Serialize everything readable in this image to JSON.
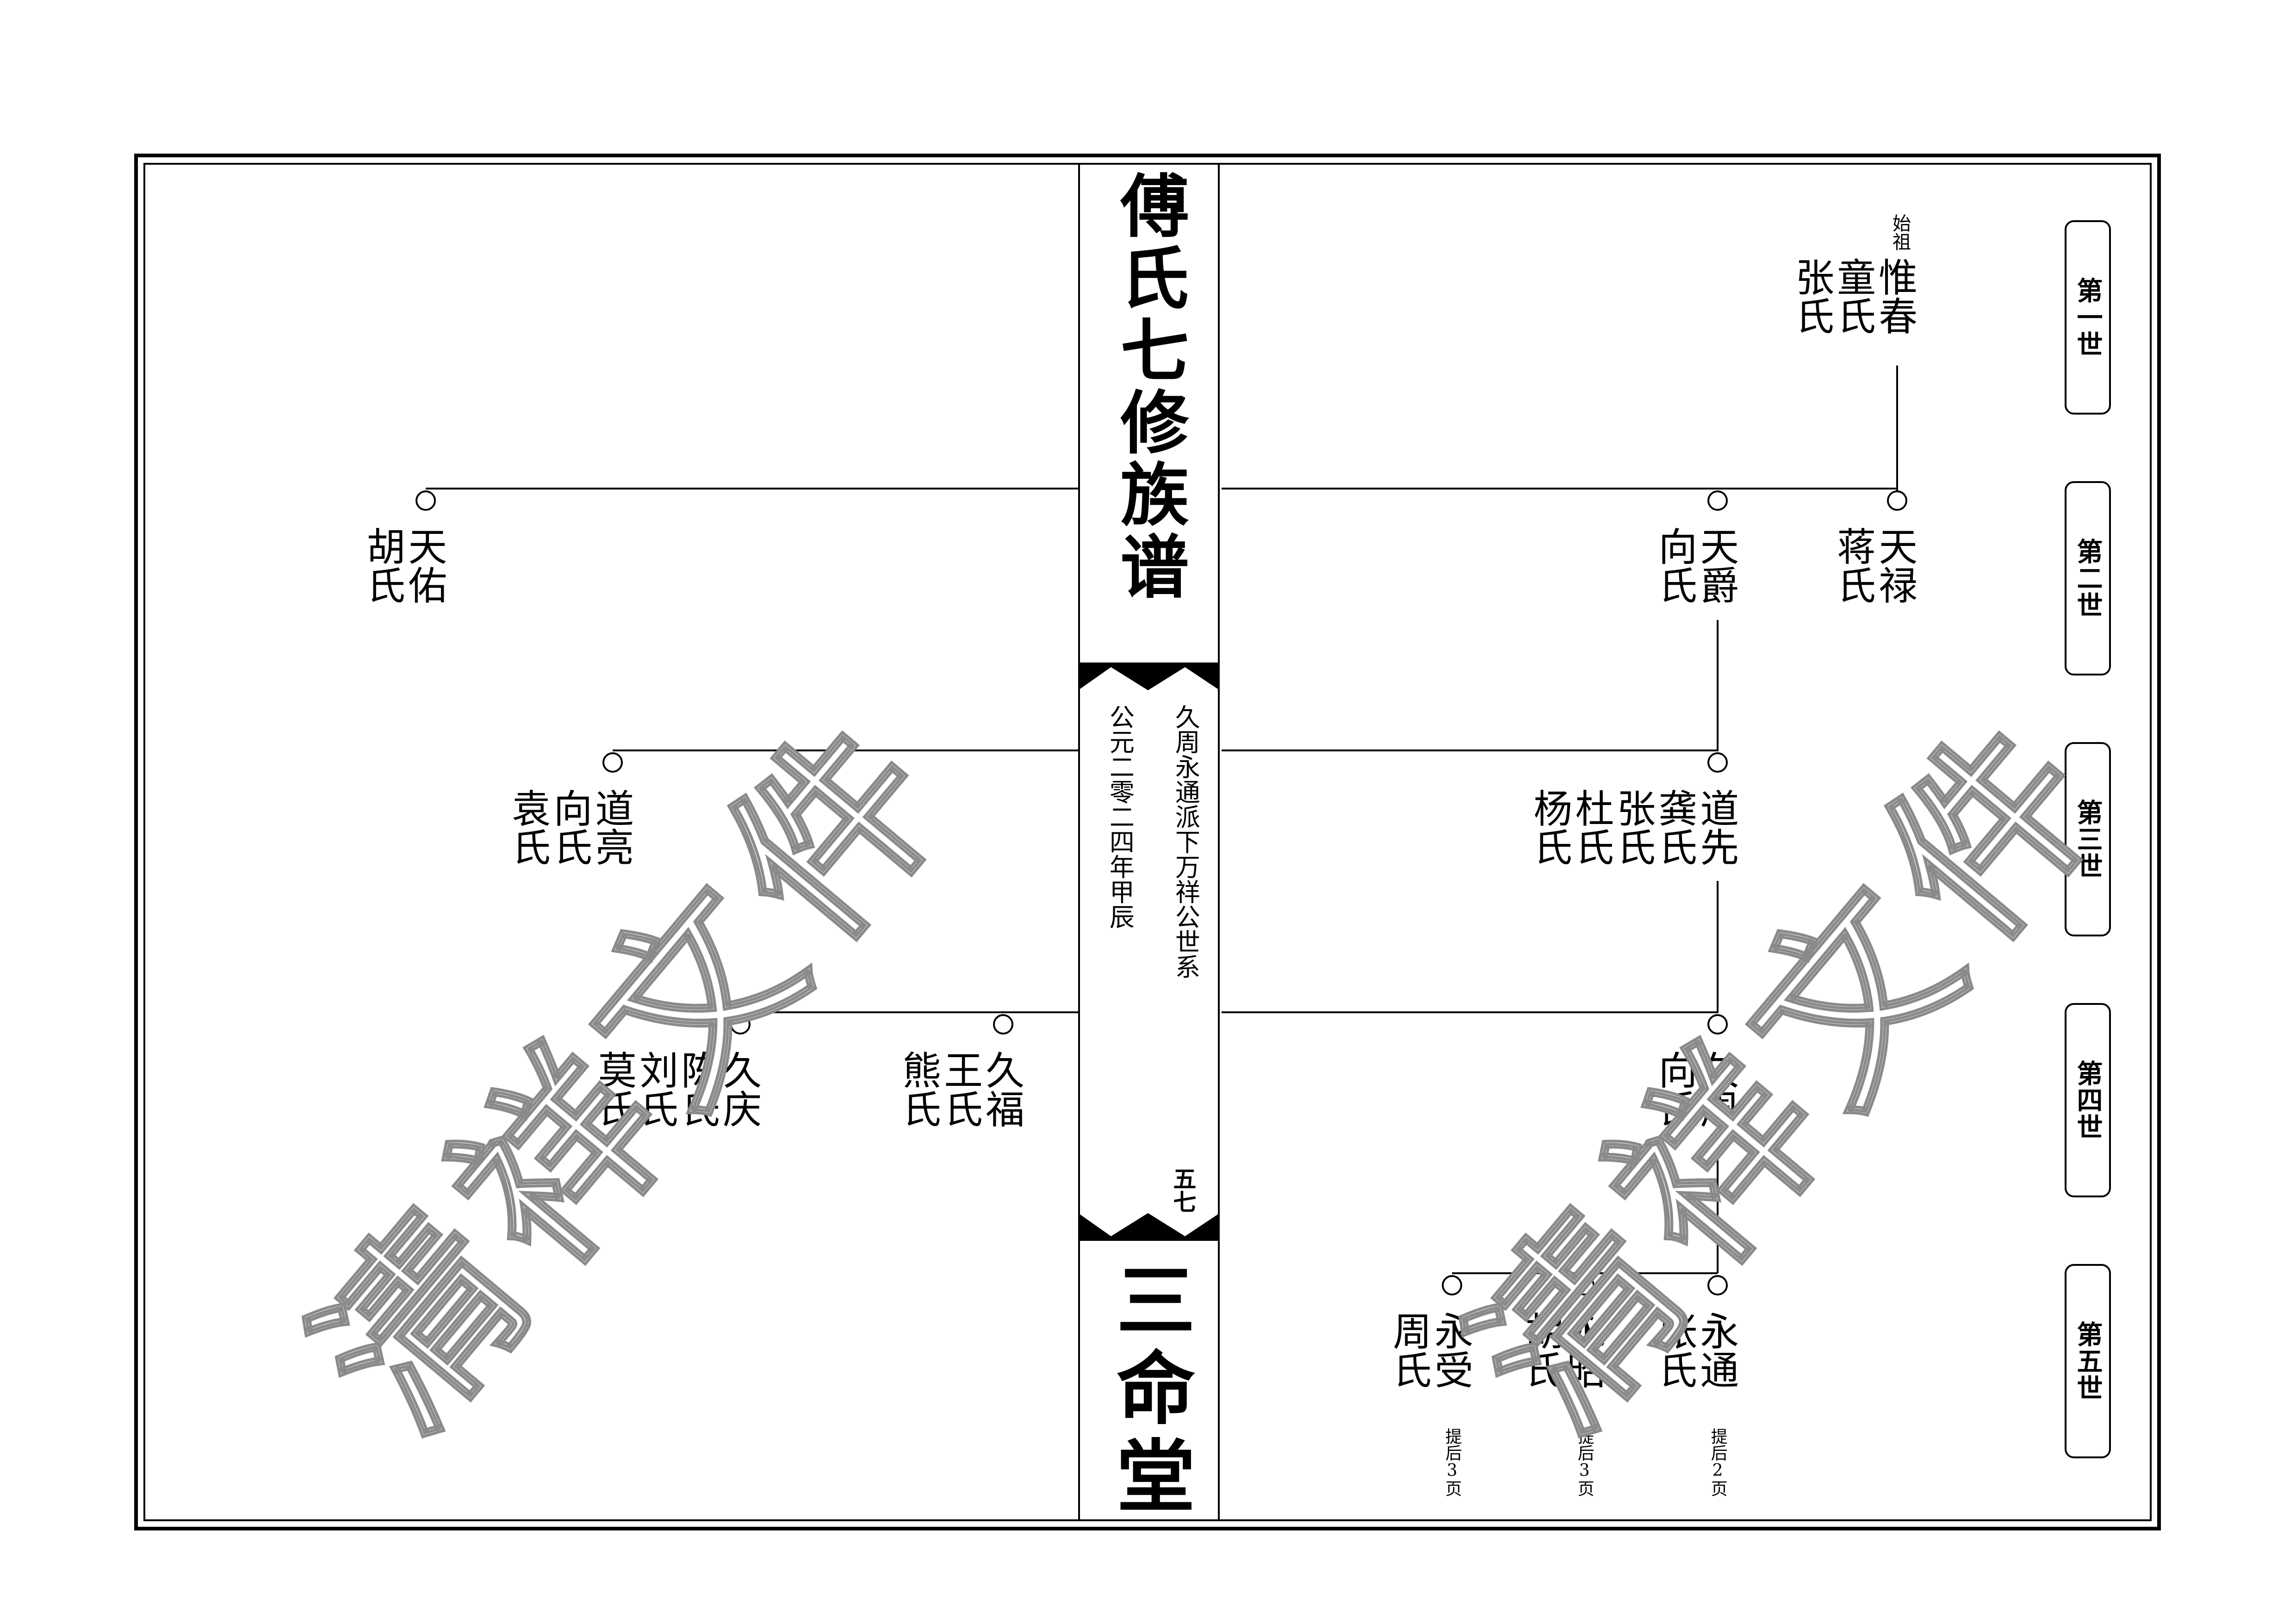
{
  "spine": {
    "title": "傅氏七修族谱",
    "subtitle": "久周永通派下万祥公世系",
    "date": "公元二零二四年甲辰",
    "page": "五七",
    "hall": "三命堂"
  },
  "generations": [
    "第一世",
    "第二世",
    "第三世",
    "第四世",
    "第五世"
  ],
  "right": {
    "founder_note": "始祖",
    "g1": {
      "name": "惟春",
      "spouses": [
        "童氏",
        "张氏"
      ]
    },
    "g2": [
      {
        "name": "天禄",
        "spouse": "蒋氏"
      },
      {
        "name": "天爵",
        "spouse": "向氏"
      }
    ],
    "g3": {
      "name": "道先",
      "spouses": [
        "龚氏",
        "张氏",
        "杜氏",
        "杨氏"
      ]
    },
    "g4": {
      "name": "久周",
      "spouse": "向氏"
    },
    "g5": [
      {
        "name": "永通",
        "spouse": "张氏",
        "ref": "提后2页"
      },
      {
        "name": "永昭",
        "spouse": "胡氏",
        "ref": "提后3页"
      },
      {
        "name": "永受",
        "spouse": "周氏",
        "ref": "提后3页"
      }
    ]
  },
  "left": {
    "g2": {
      "name": "天佑",
      "spouse": "胡氏"
    },
    "g3": {
      "name": "道亮",
      "spouses": [
        "向氏",
        "袁氏"
      ]
    },
    "g4": [
      {
        "name": "久福",
        "spouses": [
          "王氏",
          "熊氏"
        ]
      },
      {
        "name": "久庆",
        "spouses": [
          "陈氏",
          "刘氏",
          "莫氏"
        ]
      }
    ]
  },
  "watermark": "清祥文件"
}
